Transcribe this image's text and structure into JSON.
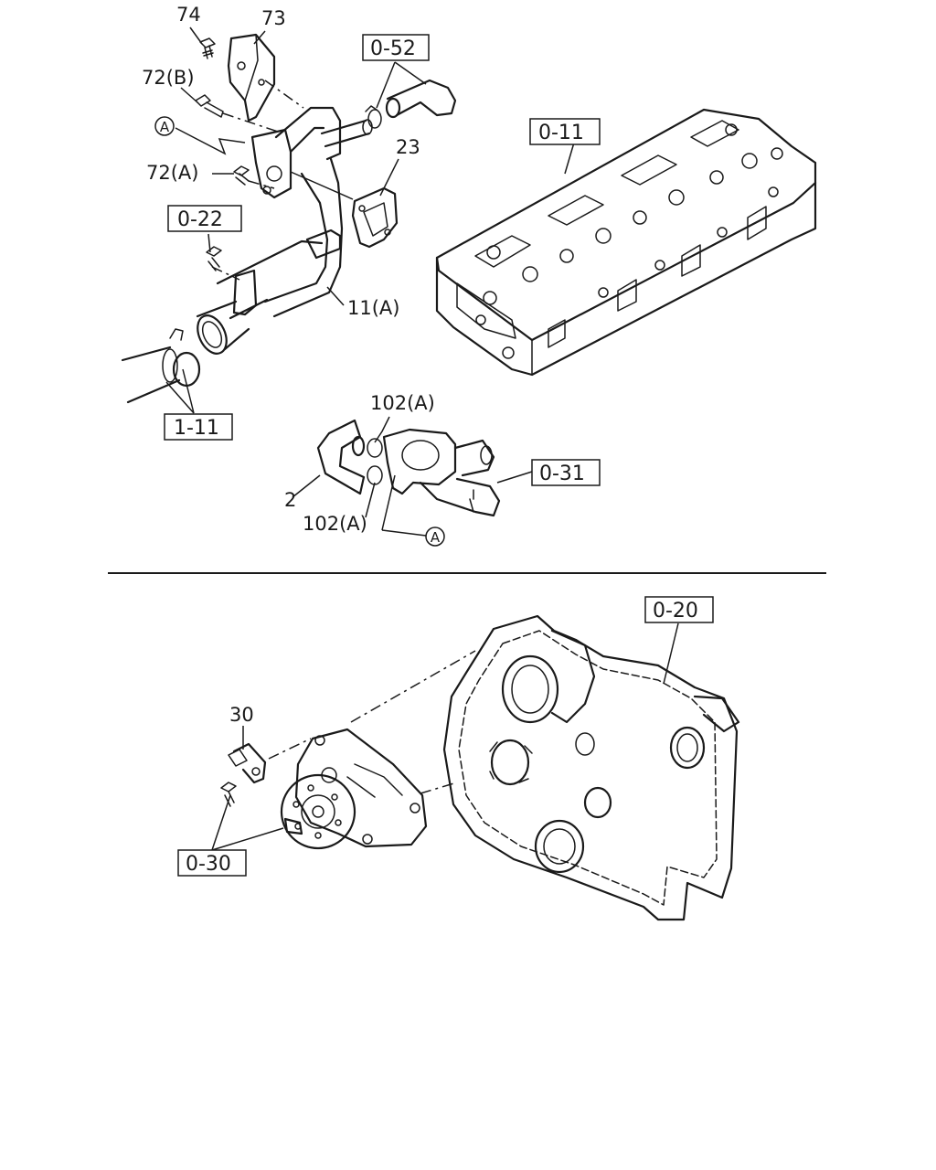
{
  "callouts": {
    "p74": "74",
    "p73": "73",
    "p72b": "72(B)",
    "p72a": "72(A)",
    "p23": "23",
    "p11a": "11(A)",
    "p102a_top": "102(A)",
    "p2": "2",
    "p102a_bottom": "102(A)",
    "p30": "30"
  },
  "reference_boxes": {
    "r052": "0-52",
    "r011": "0-11",
    "r022": "0-22",
    "r111": "1-11",
    "r031": "0-31",
    "r020": "0-20",
    "r030": "0-30"
  },
  "circle_markers": {
    "a_top": "A",
    "a_bottom": "A"
  }
}
